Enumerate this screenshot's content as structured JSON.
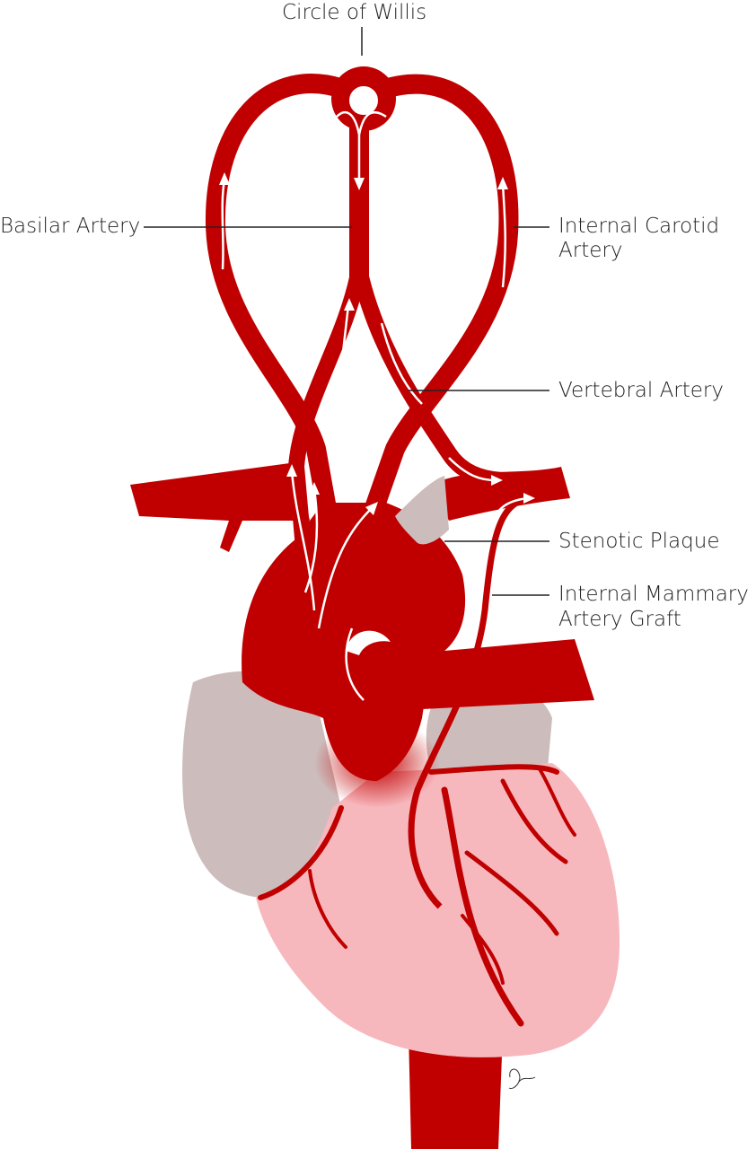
{
  "labels": {
    "circle_of_willis": "Circle of Willis",
    "basilar_artery": "Basilar Artery",
    "internal_carotid_artery_line1": "Internal Carotid",
    "internal_carotid_artery_line2": "Artery",
    "vertebral_artery": "Vertebral Artery",
    "stenotic_plaque": "Stenotic Plaque",
    "internal_mammary_line1": "Internal Mammary",
    "internal_mammary_line2": "Artery Graft"
  },
  "colors": {
    "artery": "#c00000",
    "heart_ventricle": "#f7b8bd",
    "atrium_and_plaque": "#cdbcbc",
    "flow_arrow": "#ffffff",
    "leader_line": "#222222"
  }
}
